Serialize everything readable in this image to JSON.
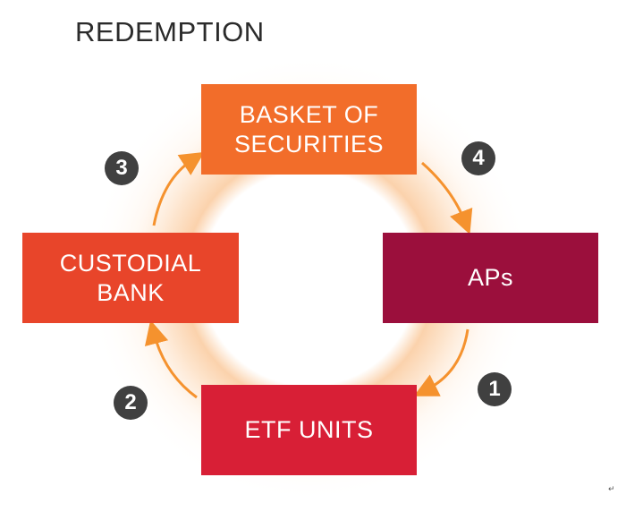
{
  "title": "REDEMPTION",
  "steps": {
    "basket": {
      "label": "BASKET OF\nSECURITIES",
      "color": "#f26d2a"
    },
    "aps": {
      "label": "APs",
      "color": "#9b0f3c"
    },
    "etf": {
      "label": "ETF UNITS",
      "color": "#d81f36"
    },
    "custodial": {
      "label": "CUSTODIAL\nBANK",
      "color": "#e8452a"
    }
  },
  "badges": {
    "one": "1",
    "two": "2",
    "three": "3",
    "four": "4"
  },
  "colors": {
    "badge": "#404040",
    "arrow": "#f5922e",
    "glow": "#fbd8b8",
    "title": "#2b2b2b"
  },
  "corner_mark": "↵"
}
